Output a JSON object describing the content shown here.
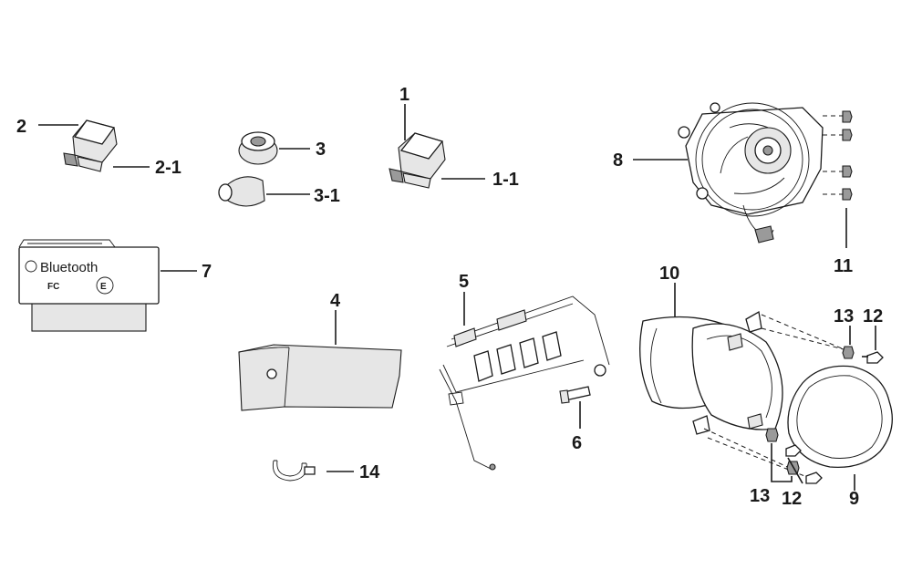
{
  "labels": {
    "p1": "1",
    "p1_1": "1-1",
    "p2": "2",
    "p2_1": "2-1",
    "p3": "3",
    "p3_1": "3-1",
    "p4": "4",
    "p5": "5",
    "p6": "6",
    "p7": "7",
    "p8": "8",
    "p9": "9",
    "p10": "10",
    "p11": "11",
    "p12_top": "12",
    "p12_bottom": "12",
    "p13_top": "13",
    "p13_bottom": "13",
    "p14": "14"
  },
  "module_text": {
    "brand": "Bluetooth",
    "fcc_mark": "FC",
    "ce_mark": "E"
  },
  "colors": {
    "ink": "#1a1a1a",
    "shade": "#e6e6e6",
    "background": "#ffffff"
  }
}
